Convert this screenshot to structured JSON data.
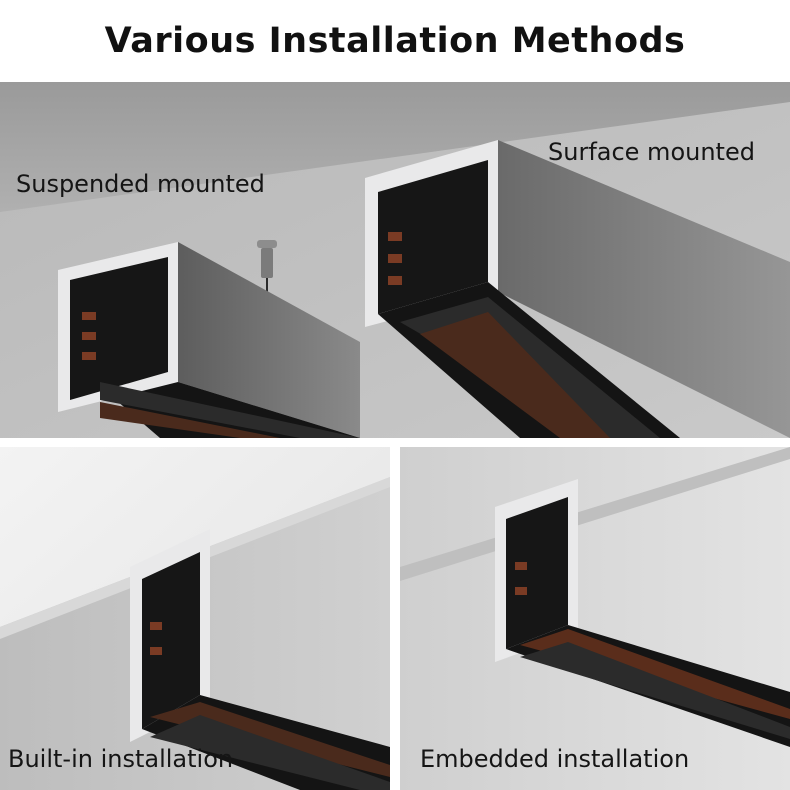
{
  "title": "Various Installation Methods",
  "panels": {
    "top": {
      "suspended_label": "Suspended mounted",
      "surface_label": "Surface mounted"
    },
    "bottom_left": {
      "label": "Built-in installation"
    },
    "bottom_right": {
      "label": "Embedded installation"
    }
  },
  "colors": {
    "track_black": "#1a1a1a",
    "aluminum": "#e9e9ea",
    "copper": "#7a3b24",
    "ceiling_grey": "#a9a9a9"
  }
}
